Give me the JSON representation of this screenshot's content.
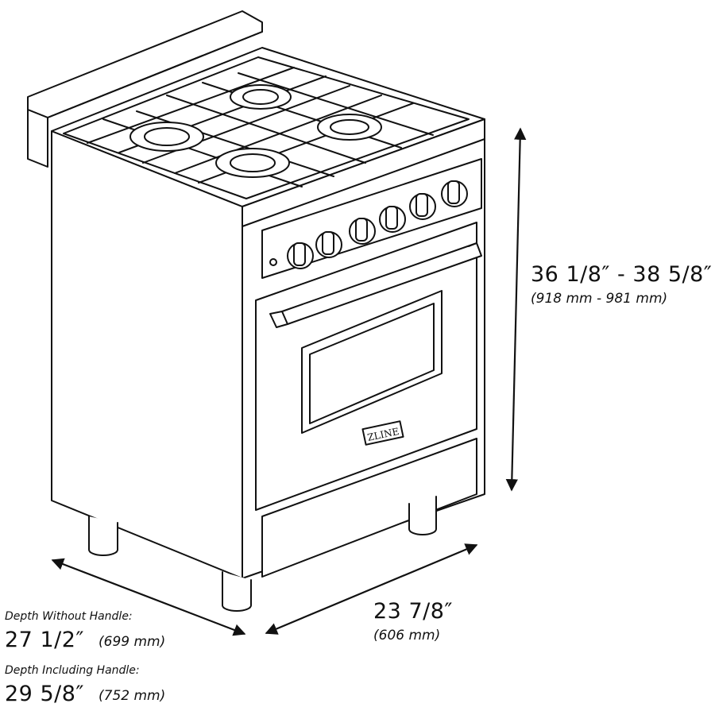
{
  "brand": "ZLINE",
  "height": {
    "imperial": "36 1/8″ - 38 5/8″",
    "metric": "(918 mm - 981 mm)"
  },
  "width": {
    "imperial": "23 7/8″",
    "metric": "(606 mm)"
  },
  "depth_without_handle": {
    "caption": "Depth Without Handle:",
    "imperial": "27 1/2″",
    "metric": "(699 mm)"
  },
  "depth_including_handle": {
    "caption": "Depth Including Handle:",
    "imperial": "29 5/8″",
    "metric": "(752 mm)"
  }
}
